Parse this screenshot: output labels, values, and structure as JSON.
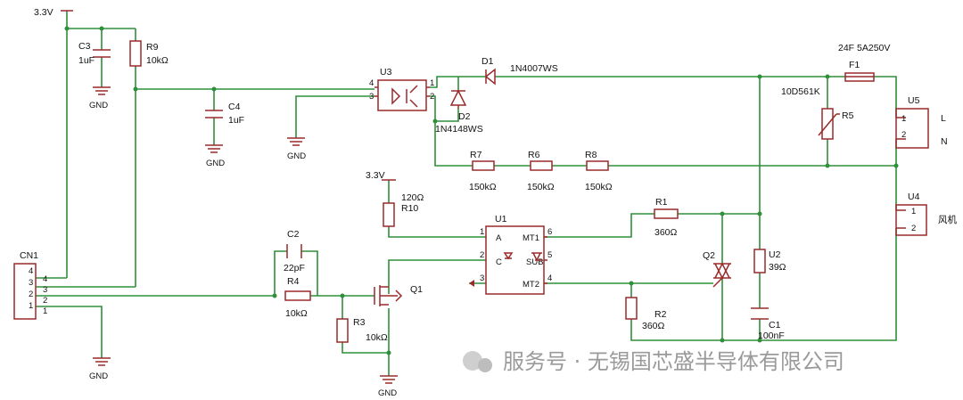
{
  "power": {
    "label": "3.3V"
  },
  "gnd": {
    "label": "GND"
  },
  "c3": {
    "ref": "C3",
    "value": "1uF"
  },
  "r9": {
    "ref": "R9",
    "value": "10kΩ"
  },
  "c4": {
    "ref": "C4",
    "value": "1uF"
  },
  "u3": {
    "ref": "U3",
    "pin4": "4",
    "pin3": "3",
    "pin1": "1",
    "pin2": "2"
  },
  "d1": {
    "ref": "D1",
    "value": "1N4007WS"
  },
  "d2": {
    "ref": "D2",
    "value": "1N4148WS"
  },
  "f1": {
    "ref": "F1",
    "value": "24F 5A250V"
  },
  "r5": {
    "ref": "R5",
    "value": "10D561K"
  },
  "u5": {
    "ref": "U5",
    "pin1": "1",
    "pin2": "2",
    "label_l": "L",
    "label_n": "N"
  },
  "r7": {
    "ref": "R7",
    "value": "150kΩ"
  },
  "r6": {
    "ref": "R6",
    "value": "150kΩ"
  },
  "r8": {
    "ref": "R8",
    "value": "150kΩ"
  },
  "u4": {
    "ref": "U4",
    "pin1": "1",
    "pin2": "2",
    "label": "风机"
  },
  "r10": {
    "ref": "R10",
    "value": "120Ω",
    "supply": "3.3V"
  },
  "u1": {
    "ref": "U1",
    "pin1": "1",
    "pin2": "2",
    "pin3": "3",
    "pin4": "4",
    "pin5": "5",
    "pin6": "6",
    "a": "A",
    "c": "C",
    "mt1": "MT1",
    "mt2": "MT2",
    "sub": "SUB"
  },
  "r1": {
    "ref": "R1",
    "value": "360Ω"
  },
  "q2": {
    "ref": "Q2"
  },
  "u2": {
    "ref": "U2",
    "value": "39Ω"
  },
  "c2": {
    "ref": "C2",
    "value": "22pF"
  },
  "r4": {
    "ref": "R4",
    "value": "10kΩ"
  },
  "q1": {
    "ref": "Q1"
  },
  "r3": {
    "ref": "R3",
    "value": "10kΩ"
  },
  "r2": {
    "ref": "R2",
    "value": "360Ω"
  },
  "c1": {
    "ref": "C1",
    "value": "100nF"
  },
  "cn1": {
    "ref": "CN1",
    "pins_left": [
      "4",
      "3",
      "2",
      "1"
    ],
    "pins_right": [
      "4",
      "3",
      "2",
      "1"
    ]
  },
  "watermark": {
    "text": "服务号 · 无锡国芯盛半导体有限公司"
  }
}
